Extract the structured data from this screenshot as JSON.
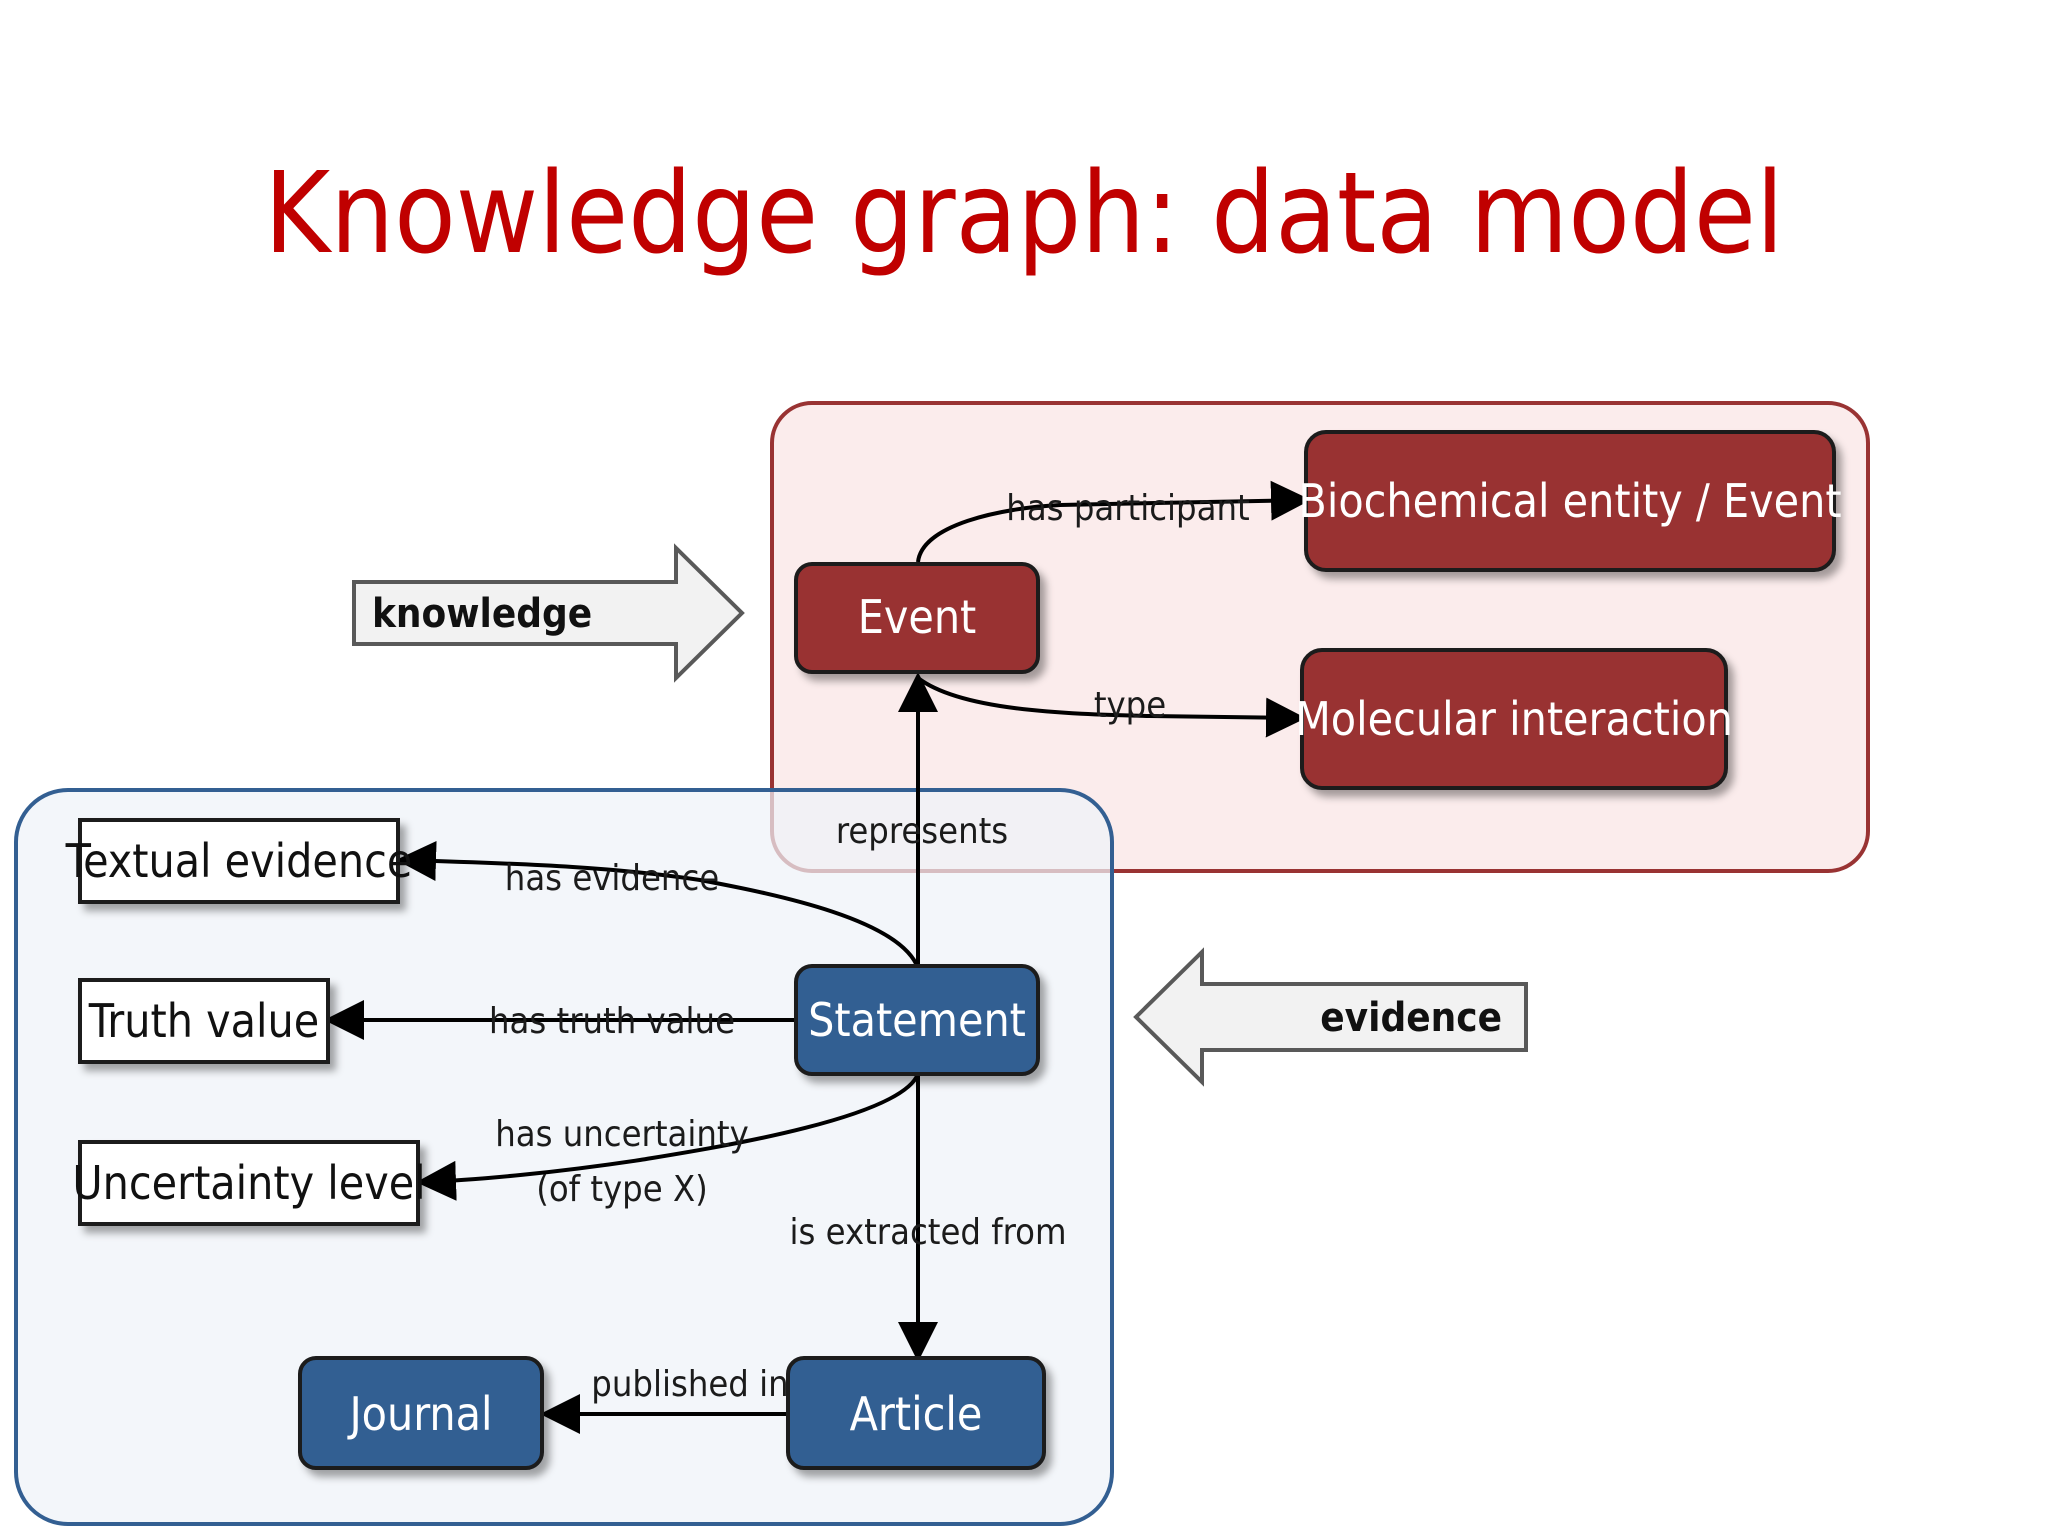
{
  "title": "Knowledge graph: data model",
  "colors": {
    "title": "#c00000",
    "knowledge_fill": "#993333",
    "evidence_fill": "#335f92",
    "knowledge_region_fill": "#fbeaea",
    "knowledge_region_stroke": "#993333",
    "evidence_region_fill": "#eef2f8",
    "evidence_region_stroke": "#335f92"
  },
  "block_arrows": {
    "knowledge": "knowledge",
    "evidence": "evidence"
  },
  "nodes": {
    "event": "Event",
    "biochemical_entity": "Biochemical entity / Event",
    "molecular_interaction": "Molecular interaction",
    "statement": "Statement",
    "textual_evidence": "Textual evidence",
    "truth_value": "Truth value",
    "uncertainty_level": "Uncertainty level",
    "article": "Article",
    "journal": "Journal"
  },
  "edges": {
    "has_participant": "has participant",
    "type": "type",
    "represents": "represents",
    "has_evidence": "has evidence",
    "has_truth_value": "has truth value",
    "has_uncertainty_line1": "has uncertainty",
    "has_uncertainty_line2": "(of type X)",
    "is_extracted_from": "is extracted from",
    "published_in": "published in"
  }
}
